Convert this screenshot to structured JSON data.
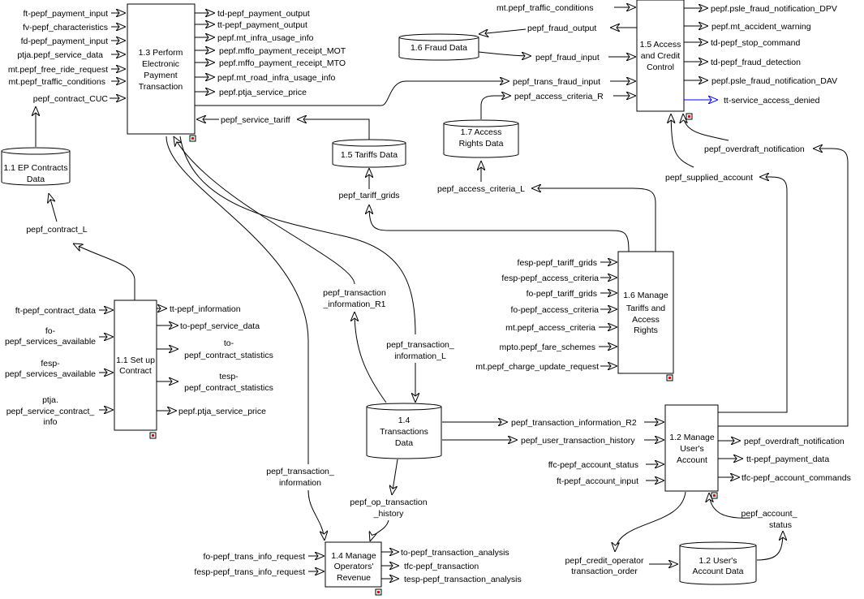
{
  "processes": {
    "p13": [
      "1.3 Perform",
      "Electronic",
      "Payment",
      "Transaction"
    ],
    "p15": [
      "1.5 Access",
      "and Credit",
      "Control"
    ],
    "p11": [
      "1.1 Set up",
      "Contract"
    ],
    "p16": [
      "1.6 Manage",
      "Tariffs and",
      "Access",
      "Rights"
    ],
    "p14": [
      "1.4 Manage",
      "Operators'",
      "Revenue"
    ],
    "p12": [
      "1.2 Manage",
      "User's",
      "Account"
    ]
  },
  "stores": {
    "s15": [
      "1.5 Tariffs Data"
    ],
    "s17": [
      "1.7 Access",
      "Rights Data"
    ],
    "s16": [
      "1.6 Fraud Data"
    ],
    "s11": [
      "1.1 EP Contracts",
      "Data"
    ],
    "s14": [
      "1.4",
      "Transactions",
      "Data"
    ],
    "s12": [
      "1.2 User's",
      "Account Data"
    ]
  },
  "flows": {
    "p13_in": [
      "ft-pepf_payment_input",
      "fv-pepf_characteristics",
      "fd-pepf_payment_input",
      "ptja.pepf_service_data",
      "mt.pepf_free_ride_request",
      "mt.pepf_traffic_conditions",
      "pepf_contract_CUC"
    ],
    "p13_out": [
      "td-pepf_payment_output",
      "tt-pepf_payment_output",
      "pepf.mt_infra_usage_info",
      "pepf.mffo_payment_receipt_MOT",
      "pepf.mffo_payment_receipt_MTO",
      "pepf.mt_road_infra_usage_info",
      "pepf.ptja_service_price"
    ],
    "service_tariff": "pepf_service_tariff",
    "tariff_grids": "pepf_tariff_grids",
    "access_criteria_L": "pepf_access_criteria_L",
    "access_criteria_R": "pepf_access_criteria_R",
    "trans_fraud_input": "pepf_trans_fraud_input",
    "fraud_output": "pepf_fraud_output",
    "fraud_input": "pepf_fraud_input",
    "p15_in_traffic": "mt.pepf_traffic_conditions",
    "p15_out": [
      "pepf.psle_fraud_notification_DPV",
      "pepf.mt_accident_warning",
      "td-pepf_stop_command",
      "td-pepf_fraud_detection",
      "pepf.psle_fraud_notification_DAV",
      "tt-service_access_denied"
    ],
    "overdraft_notification": "pepf_overdraft_notification",
    "supplied_account": "pepf_supplied_account",
    "contract_L": "pepf_contract_L",
    "p11_in": {
      "contract_data": "ft-pepf_contract_data",
      "fo_services": [
        "fo-",
        "pepf_services_available"
      ],
      "fesp_services": [
        "fesp-",
        "pepf_services_available"
      ],
      "ptja_contract": [
        "ptja.",
        "pepf_service_contract_",
        "info"
      ]
    },
    "p11_out": {
      "information": "tt-pepf_information",
      "service_data": "to-pepf_service_data",
      "to_stats": [
        "to-",
        "pepf_contract_statistics"
      ],
      "tesp_stats": [
        "tesp-",
        "pepf_contract_statistics"
      ],
      "ptja_price": "pepf.ptja_service_price"
    },
    "p16_in": [
      "fesp-pepf_tariff_grids",
      "fesp-pepf_access_criteria",
      "fo-pepf_tariff_grids",
      "fo-pepf_access_criteria",
      "mt.pepf_access_criteria",
      "mpto.pepf_fare_schemes",
      "mt.pepf_charge_update_request"
    ],
    "trans_info_L": [
      "pepf_transaction_",
      "information_L"
    ],
    "trans_info_R1": [
      "pepf_transaction",
      "_information_R1"
    ],
    "trans_info": [
      "pepf_transaction_",
      "information"
    ],
    "op_trans_history": [
      "pepf_op_transaction",
      "_history"
    ],
    "trans_info_R2": "pepf_transaction_information_R2",
    "user_trans_history": "pepf_user_transaction_history",
    "p14_in": [
      "fo-pepf_trans_info_request",
      "fesp-pepf_trans_info_request"
    ],
    "p14_out": [
      "to-pepf_transaction_analysis",
      "tfc-pepf_transaction",
      "tesp-pepf_transaction_analysis"
    ],
    "p12_in": [
      "ffc-pepf_account_status",
      "ft-pepf_account_input"
    ],
    "p12_out": [
      "pepf_overdraft_notification",
      "tt-pepf_payment_data",
      "tfc-pepf_account_commands"
    ],
    "credit_operator": [
      "pepf_credit_operator",
      "transaction_order"
    ],
    "account_status": [
      "pepf_account_",
      "status"
    ]
  },
  "colors": {
    "highlight_flow": "#0000ff",
    "decomp_marker": "#ff0000"
  }
}
